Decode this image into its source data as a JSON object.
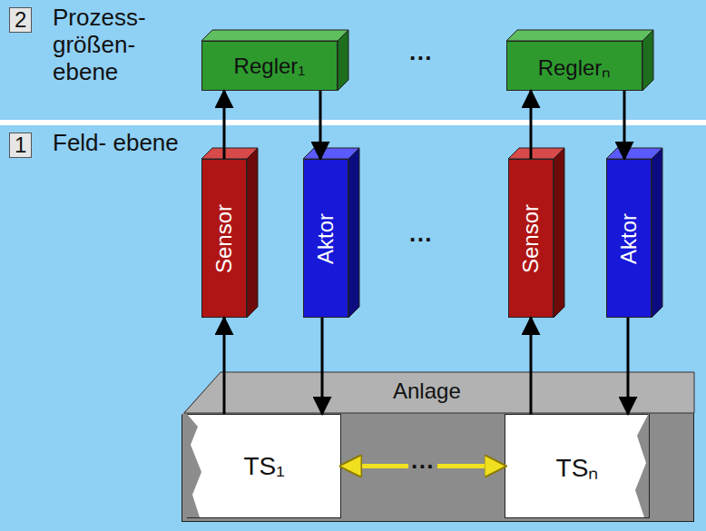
{
  "diagram": {
    "nodes": [
      {
        "text": [
          "2",
          "Prozess- größen- ebene"
        ]
      },
      {
        "text": [
          "Regler₁"
        ],
        "in": 0
      },
      {
        "text": [
          "Reglerₙ"
        ],
        "in": 0
      },
      {
        "text": [
          "1",
          "Feld- ebene"
        ]
      },
      {
        "text": [
          "Sensor"
        ],
        "in": 3
      },
      {
        "text": [
          "Aktor"
        ],
        "in": 3
      },
      {
        "text": [
          "Sensor"
        ],
        "in": 3
      },
      {
        "text": [
          "Aktor"
        ],
        "in": 3
      },
      {
        "text": [
          "Anlage"
        ],
        "in": 3
      },
      {
        "text": [
          "TS₁"
        ],
        "in": 8
      },
      {
        "text": [
          "TSₙ"
        ],
        "in": 8
      }
    ],
    "edges": [
      {
        "from": 4,
        "to": 1,
        "arrow": "to"
      },
      {
        "from": 1,
        "to": 5,
        "arrow": "to"
      },
      {
        "from": 9,
        "to": 4,
        "arrow": "to"
      },
      {
        "from": 5,
        "to": 9,
        "arrow": "to"
      },
      {
        "from": 6,
        "to": 2,
        "arrow": "to"
      },
      {
        "from": 2,
        "to": 7,
        "arrow": "to"
      },
      {
        "from": 10,
        "to": 6,
        "arrow": "to"
      },
      {
        "from": 7,
        "to": 10,
        "arrow": "to"
      },
      {
        "from": 9,
        "to": 10,
        "arrow": "both"
      }
    ],
    "labels": [
      "···",
      "···",
      "···"
    ]
  }
}
